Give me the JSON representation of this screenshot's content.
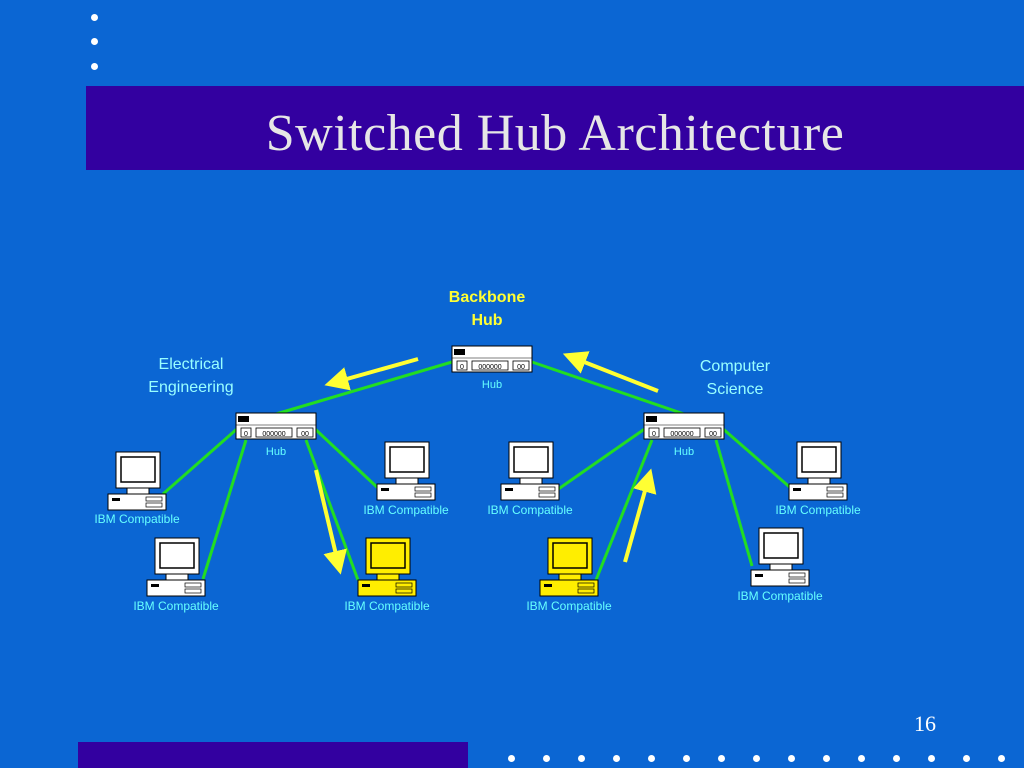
{
  "slide": {
    "title": "Switched Hub Architecture",
    "page_number": "16"
  },
  "diagram": {
    "backbone_label_line1": "Backbone",
    "backbone_label_line2": "Hub",
    "left_group_line1": "Electrical",
    "left_group_line2": "Engineering",
    "right_group_line1": "Computer",
    "right_group_line2": "Science",
    "hub_label": "Hub",
    "hub_port_single": "0",
    "hub_port_row": "000000",
    "hub_port_pair": "00",
    "computer_label": "IBM Compatible"
  },
  "colors": {
    "background": "#0b66d3",
    "title_bar": "#3300a0",
    "link_line": "#22dd22",
    "traffic_arrow": "#ffff33",
    "highlighted_computer": "#ffee00",
    "label_text": "#66ffff",
    "group_label_text": "#99ffff",
    "backbone_label": "#ffff33"
  }
}
